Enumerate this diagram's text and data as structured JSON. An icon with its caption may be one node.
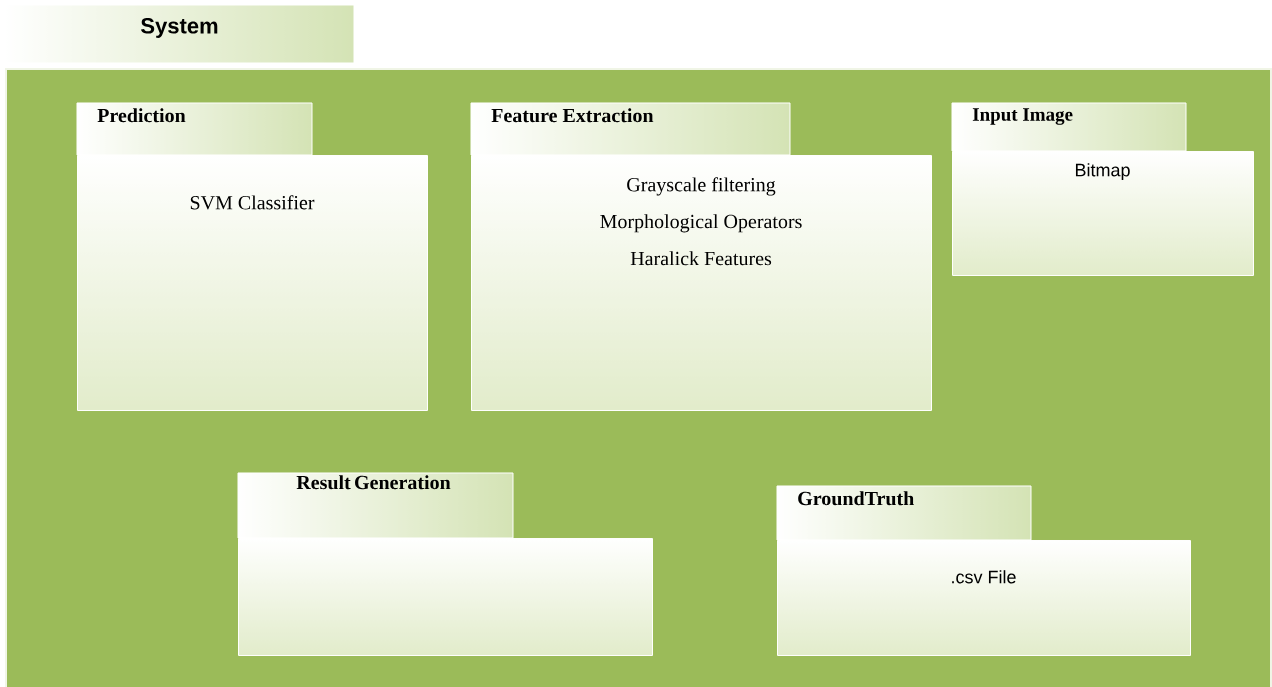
{
  "diagram": {
    "nodes": [
      {
        "text": [
          "System"
        ]
      },
      {
        "text": [
          "Prediction",
          "SVM Classifier"
        ],
        "in": 0
      },
      {
        "text": [
          "Feature Extraction",
          "Grayscale filtering",
          "Morphological Operators",
          "Haralick Features"
        ],
        "in": 0
      },
      {
        "text": [
          "Input Image",
          "Bitmap"
        ],
        "in": 0
      },
      {
        "text": [
          "Result Generation"
        ],
        "in": 0
      },
      {
        "text": [
          "GroundTruth",
          ".csv File"
        ],
        "in": 0
      }
    ]
  }
}
